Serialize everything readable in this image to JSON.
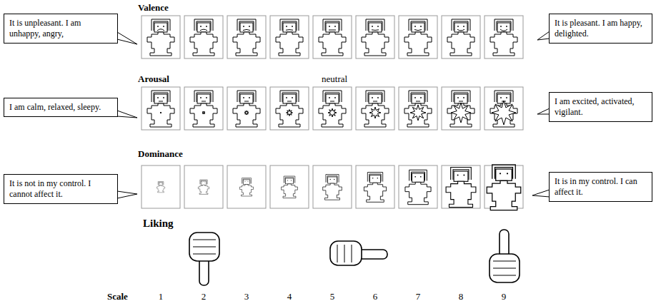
{
  "diagram": {
    "nodes": [
      {
        "text": [
          "It is unpleasant. I am unhappy, angry,"
        ]
      },
      {
        "text": [
          "It is pleasant. I am happy, delighted."
        ]
      },
      {
        "text": [
          "I am calm, relaxed, sleepy."
        ]
      },
      {
        "text": [
          "I am excited, activated, vigilant."
        ]
      },
      {
        "text": [
          "It is not in my control. I cannot affect it."
        ]
      },
      {
        "text": [
          "It is in my control. I can affect it."
        ]
      }
    ],
    "labels": [
      "Valence",
      "Arousal",
      "neutral",
      "Dominance",
      "Liking",
      "Scale",
      "1",
      "2",
      "3",
      "4",
      "5",
      "6",
      "7",
      "8",
      "9"
    ]
  }
}
